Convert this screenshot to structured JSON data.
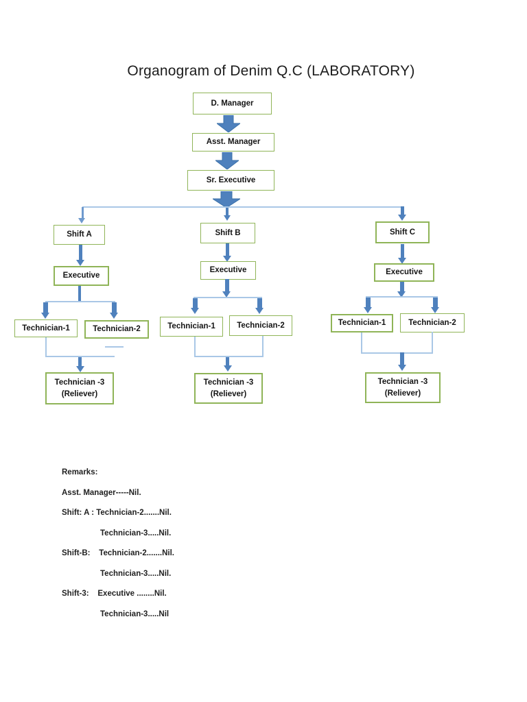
{
  "title": "Organogram of Denim Q.C (LABORATORY)",
  "org_chart": {
    "chain": [
      {
        "label": "D. Manager"
      },
      {
        "label": "Asst. Manager"
      },
      {
        "label": "Sr. Executive"
      }
    ],
    "branches": [
      {
        "shift": "Shift A",
        "executive": "Executive",
        "technician1": "Technician-1",
        "technician2": "Technician-2",
        "technician3_line1": "Technician -3",
        "technician3_line2": "(Reliever)"
      },
      {
        "shift": "Shift B",
        "executive": "Executive",
        "technician1": "Technician-1",
        "technician2": "Technician-2",
        "technician3_line1": "Technician -3",
        "technician3_line2": "(Reliever)"
      },
      {
        "shift": "Shift C",
        "executive": "Executive",
        "technician1": "Technician-1",
        "technician2": "Technician-2",
        "technician3_line1": "Technician -3",
        "technician3_line2": "(Reliever)"
      }
    ]
  },
  "remarks": {
    "heading": "Remarks:",
    "lines": [
      "Asst. Manager-----Nil.",
      "Shift: A : Technician-2.......Nil.",
      "Technician-3.....Nil.",
      "Shift-B:    Technician-2.......Nil.",
      "Technician-3.....Nil.",
      "Shift-3:    Executive ........Nil.",
      "Technician-3.....Nil"
    ]
  },
  "colors": {
    "box_border_green": "#8fb457",
    "arrow_blue": "#4f81bd",
    "connector_light_blue": "#a9c7e6",
    "connector_medium_blue": "#6f9ace",
    "text": "#1f1f1f"
  }
}
